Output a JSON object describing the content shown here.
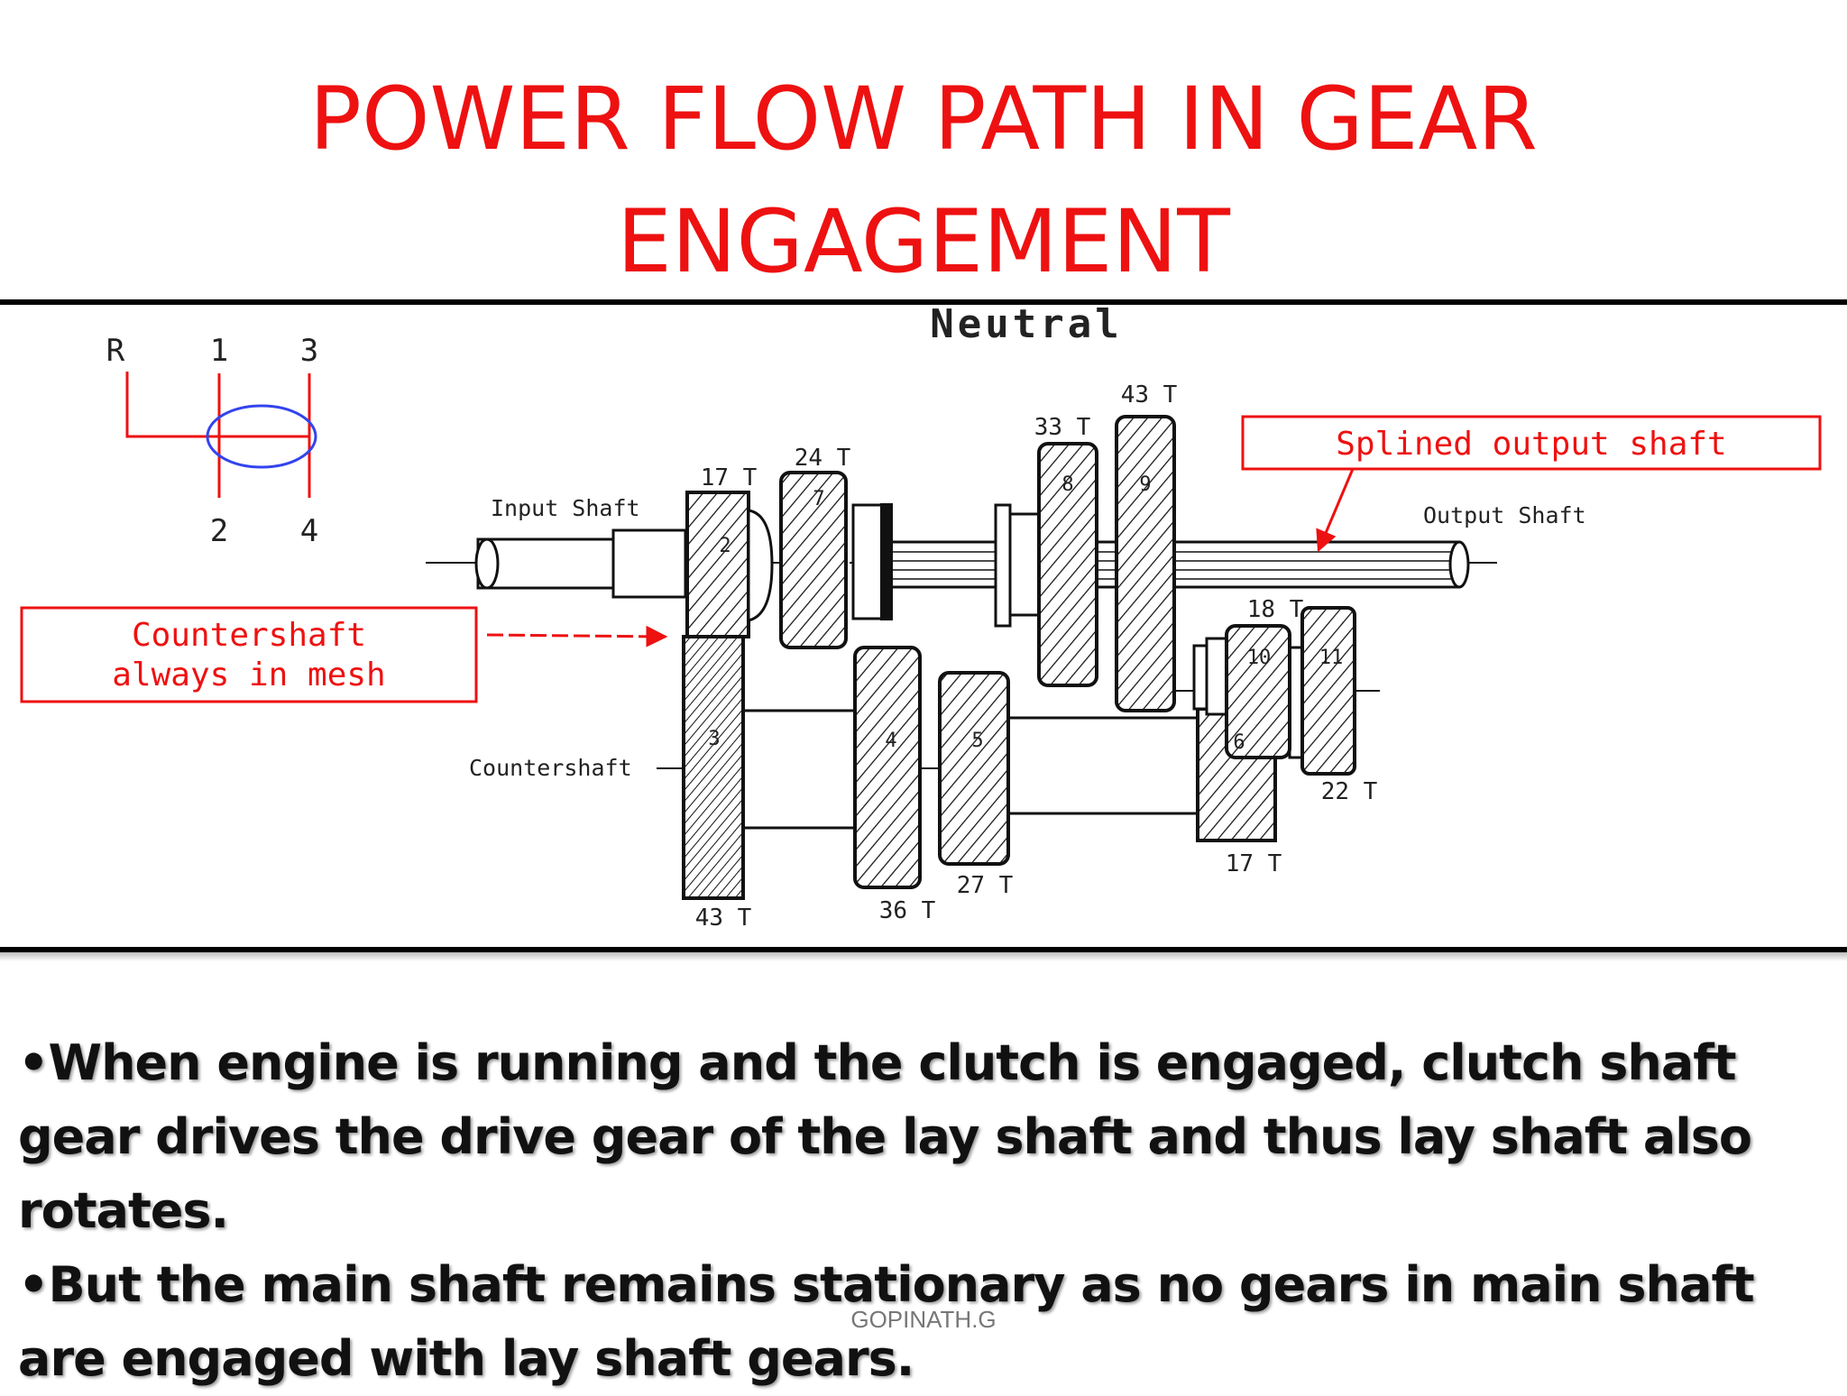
{
  "title_lines": [
    "POWER FLOW PATH IN GEAR",
    "ENGAGEMENT"
  ],
  "diagram": {
    "heading": "Neutral",
    "shift_pattern": {
      "top": [
        "R",
        "1",
        "3"
      ],
      "bottom": [
        "2",
        "4"
      ]
    },
    "callouts": {
      "splined": "Splined output shaft",
      "countershaft_mesh_1": "Countershaft",
      "countershaft_mesh_2": "always in mesh"
    },
    "shaft_labels": {
      "input": "Input Shaft",
      "output": "Output Shaft",
      "counter": "Countershaft"
    },
    "tooth_counts": {
      "g17a": "17 T",
      "g24": "24 T",
      "g33": "33 T",
      "g43a": "43 T",
      "g18": "18 T",
      "g22": "22 T",
      "g43b": "43 T",
      "g36": "36 T",
      "g27": "27 T",
      "g17b": "17 T"
    },
    "gear_numbers": {
      "n2": "2",
      "n7": "7",
      "n8": "8",
      "n9": "9",
      "n3": "3",
      "n4": "4",
      "n5": "5",
      "n6": "6",
      "n10": "10",
      "n11": "11"
    },
    "colors": {
      "accent_red": "#ee1111",
      "neutral_ring": "#3344ee"
    }
  },
  "bullets": [
    "•When engine is running and the clutch is engaged, clutch shaft gear drives the drive gear of the lay shaft and thus lay shaft also rotates.",
    "•But the main shaft remains stationary as no gears in main shaft are engaged with lay shaft gears."
  ],
  "footer": "GOPINATH.G"
}
